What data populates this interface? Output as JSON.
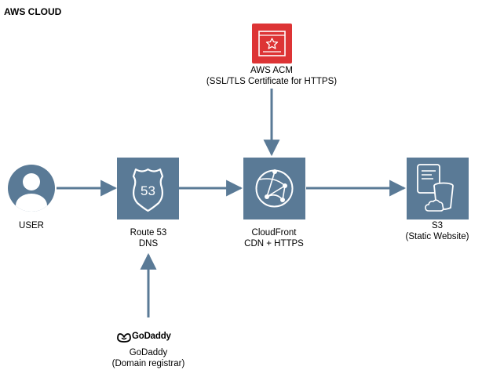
{
  "title": "AWS CLOUD",
  "nodes": {
    "user": {
      "line1": "USER"
    },
    "route53": {
      "line1": "Route 53",
      "line2": "DNS",
      "badge": "53"
    },
    "cloudfront": {
      "line1": "CloudFront",
      "line2": "CDN + HTTPS"
    },
    "s3": {
      "line1": "S3",
      "line2": "(Static Website)"
    },
    "acm": {
      "line1": "AWS ACM",
      "line2": "(SSL/TLS Certificate for HTTPS)"
    },
    "godaddy": {
      "logo": "GoDaddy",
      "line1": "GoDaddy",
      "line2": "(Domain registrar)"
    }
  },
  "colors": {
    "service_tile": "#5a7a96",
    "acm_tile": "#dd3435",
    "user_icon": "#5a7a96",
    "arrow": "#5a7a96"
  },
  "edges": [
    {
      "from": "user",
      "to": "route53"
    },
    {
      "from": "route53",
      "to": "cloudfront"
    },
    {
      "from": "cloudfront",
      "to": "s3"
    },
    {
      "from": "acm",
      "to": "cloudfront"
    },
    {
      "from": "godaddy",
      "to": "route53"
    }
  ]
}
